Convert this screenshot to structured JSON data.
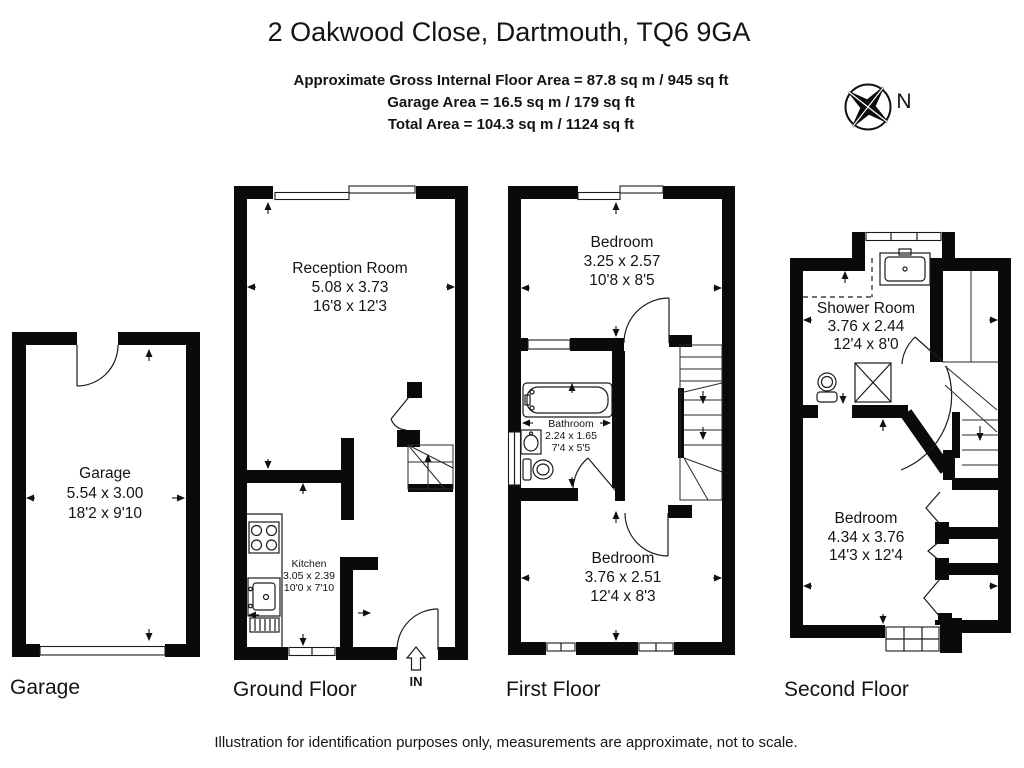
{
  "title": "2 Oakwood Close, Dartmouth, TQ6 9GA",
  "area_summary": {
    "gross": "Approximate Gross Internal Floor Area  = 87.8 sq m  / 945 sq ft",
    "garage": "Garage Area = 16.5 sq m  / 179 sq ft",
    "total": "Total Area = 104.3 sq m  / 1124 sq ft"
  },
  "compass": {
    "north_label": "N"
  },
  "entrance_label": "IN",
  "floors": [
    {
      "label": "Garage",
      "rooms": [
        {
          "name": "Garage",
          "metric": "5.54 x 3.00",
          "imperial": "18'2 x 9'10"
        }
      ]
    },
    {
      "label": "Ground Floor",
      "rooms": [
        {
          "name": "Reception Room",
          "metric": "5.08 x 3.73",
          "imperial": "16'8 x 12'3"
        },
        {
          "name": "Kitchen",
          "metric": "3.05 x 2.39",
          "imperial": "10'0 x 7'10"
        }
      ]
    },
    {
      "label": "First Floor",
      "rooms": [
        {
          "name": "Bedroom",
          "metric": "3.25 x 2.57",
          "imperial": "10'8 x 8'5"
        },
        {
          "name": "Bathroom",
          "metric": "2.24 x 1.65",
          "imperial": "7'4 x 5'5"
        },
        {
          "name": "Bedroom",
          "metric": "3.76 x 2.51",
          "imperial": "12'4 x 8'3"
        }
      ]
    },
    {
      "label": "Second Floor",
      "rooms": [
        {
          "name": "Shower Room",
          "metric": "3.76 x 2.44",
          "imperial": "12'4 x 8'0"
        },
        {
          "name": "Bedroom",
          "metric": "4.34 x 3.76",
          "imperial": "14'3 x 12'4"
        }
      ]
    }
  ],
  "footer": "Illustration for identification purposes only, measurements are approximate, not to scale.",
  "colors": {
    "wall": "#0a0a0a",
    "background": "#ffffff",
    "line": "#1c1c1c"
  }
}
